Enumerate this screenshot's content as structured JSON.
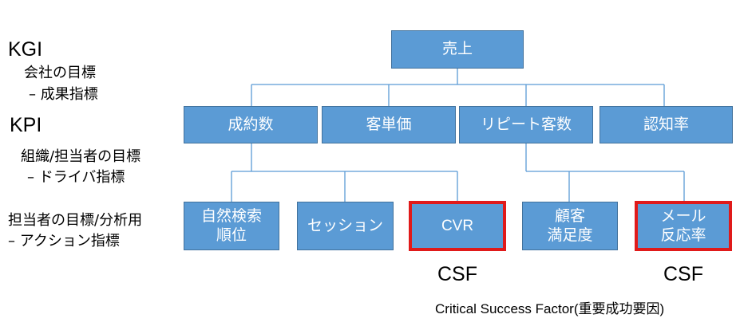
{
  "levels": {
    "kgi": {
      "title": "KGI",
      "line1": "会社の目標",
      "line2": "– 成果指標"
    },
    "kpi": {
      "title": "KPI",
      "line1": "組織/担当者の目標",
      "line2": "– ドライバ指標"
    },
    "action": {
      "line1": "担当者の目標/分析用",
      "line2": "– アクション指標"
    }
  },
  "boxes": {
    "sales": "売上",
    "contracts": "成約数",
    "unit_price": "客単価",
    "repeat": "リピート客数",
    "awareness": "認知率",
    "search_rank_l1": "自然検索",
    "search_rank_l2": "順位",
    "sessions": "セッション",
    "cvr": "CVR",
    "satisfaction_l1": "顧客",
    "satisfaction_l2": "満足度",
    "mail_l1": "メール",
    "mail_l2": "反応率"
  },
  "csf": {
    "cvr_tag": "CSF",
    "mail_tag": "CSF",
    "definition": "Critical Success Factor(重要成功要因)"
  },
  "colors": {
    "box_fill": "#5b9bd5",
    "box_border": "#41719c",
    "highlight": "#e01a1a",
    "connector": "#5b9bd5"
  }
}
